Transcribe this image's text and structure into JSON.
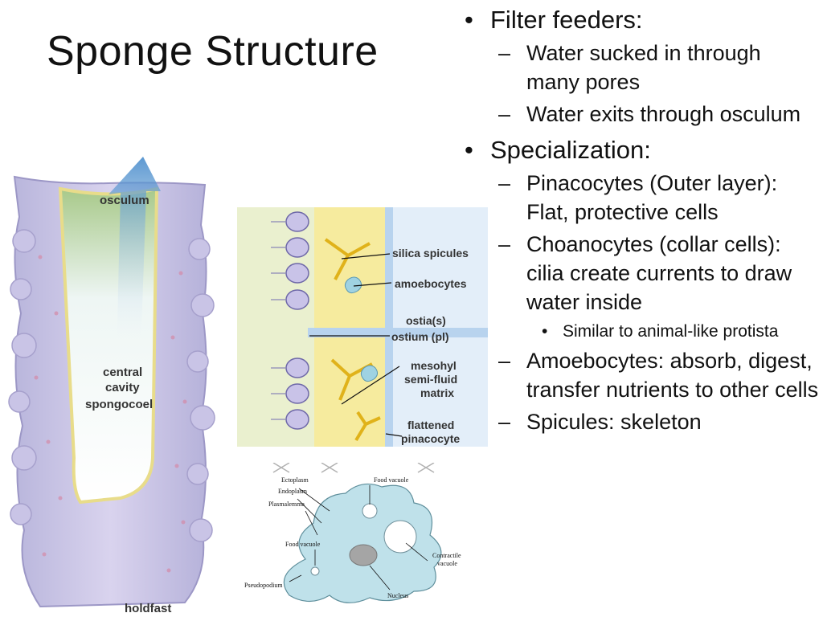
{
  "slide": {
    "title": "Sponge Structure"
  },
  "bullets": {
    "filter_feeders": "Filter feeders:",
    "water_in": "Water sucked in through many pores",
    "water_out": "Water exits through osculum",
    "specialization": "Specialization:",
    "pinacocytes": "Pinacocytes (Outer layer): Flat, protective cells",
    "choanocytes": "Choanocytes (collar cells): cilia create currents to draw water inside",
    "similar": "Similar to animal-like protista",
    "amoebocytes": "Amoebocytes: absorb, digest, transfer nutrients to other cells",
    "spicules": "Spicules: skeleton"
  },
  "sponge_figure": {
    "osculum": "osculum",
    "central_1": "central",
    "central_2": "cavity",
    "central_3": "spongocoel",
    "holdfast": "holdfast"
  },
  "wall_figure": {
    "silica": "silica spicules",
    "amoebocytes": "amoebocytes",
    "ostia_1": "ostia(s)",
    "ostia_2": "ostium (pl)",
    "mesohyl_1": "mesohyl",
    "mesohyl_2": "semi-fluid",
    "mesohyl_3": "matrix",
    "flattened_1": "flattened",
    "flattened_2": "pinacocyte"
  },
  "amoeba_figure": {
    "ectoplasm": "Ectoplasm",
    "endoplasm": "Endoplasm",
    "plasmalemma": "Plasmalemma",
    "food_vacuole_top": "Food vacuole",
    "food_vacuole_left": "Food vacuole",
    "contractile_1": "Contractile",
    "contractile_2": "vacuole",
    "pseudopodium": "Pseudopodium",
    "nucleus": "Nucleus"
  }
}
